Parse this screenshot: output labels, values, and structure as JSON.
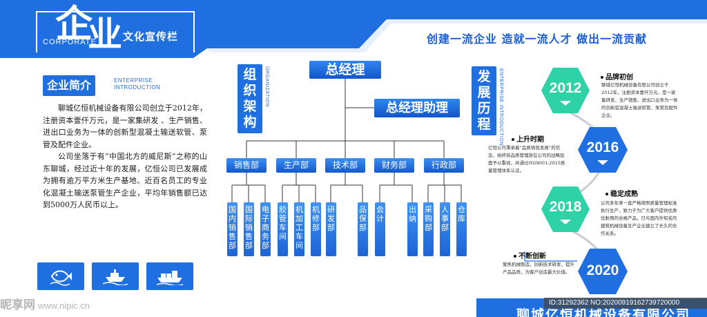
{
  "header": {
    "logo_char_1": "企",
    "logo_char_2": "业",
    "logo_en": "CORPORATE",
    "logo_subtitle": "文化宣传栏",
    "slogan": "创建一流企业 造就一流人才 做出一流贡献",
    "band_color": "#1f6fe0"
  },
  "intro": {
    "title": "企业简介",
    "title_en_1": "ENTERPRISE",
    "title_en_2": "INTRODUCTION",
    "paragraph_1": "聊城亿恒机械设备有限公司创立于2012年，注册资本壹仟万元，是一家集研发 、生产销售、 进出口业务为一体的创新型混凝土输送软管、泵管及配件企业。",
    "paragraph_2": "公司坐落于有“中国北方的威尼斯”之称的山东聊城，经过近十年的发展，亿恒公司已发展成为拥有逾万平方米生产基地、近百名员工的专业化混凝土输送泵管生产企业，平均年销售额已达到5000万人民币以上。",
    "icons": [
      "fish-icon",
      "ship-icon",
      "cargo-ship-icon"
    ]
  },
  "org": {
    "title": "组织架构",
    "title_en": "ORGANIZATION",
    "general_manager": "总经理",
    "assistant": "总经理助理",
    "departments": [
      {
        "name": "销售部",
        "subs": [
          "国内销售部",
          "国际销售部",
          "电子商务部"
        ]
      },
      {
        "name": "生产部",
        "subs": [
          "胶管车间",
          "机加工车间",
          "机修部"
        ]
      },
      {
        "name": "技术部",
        "subs": [
          "研发部",
          "品保部"
        ]
      },
      {
        "name": "财务部",
        "subs": [
          "会计",
          "出纳"
        ]
      },
      {
        "name": "行政部",
        "subs": [
          "采购部",
          "人事部",
          "仓库"
        ]
      }
    ]
  },
  "history": {
    "title": "发展历程",
    "title_en_1": "ENTERPRISE",
    "title_en_2": "INTRODUCTION",
    "events": [
      {
        "year": "2012",
        "title": "品牌初创",
        "text": "聊城亿恒机械设备有限公司创立于2012年，注册资本壹仟万元，是一家集研发、生产销售、进出口业务为一体的创新型混凝土输送软管、泵管及配件企业。"
      },
      {
        "year": "2016",
        "title": "上升时期",
        "text": "亿恒公司秉承着“品质铸就发展”的信念，始终将品质管理放在公司的战略层面予以重视，并通过ISO9001:2015质量管理体系认证。"
      },
      {
        "year": "2018",
        "title": "稳定成熟",
        "text": "公司多年来一直严格按照质量管理标准执行生产，致力于为广大客户提供优质优耐用的合格产品，已与国内外知名的建筑机械设备生产企业建立了长久的合作关系。"
      },
      {
        "year": "2020",
        "title": "不断创新",
        "text": "聚焦机械制造，创新技术研发，提升产品品质，为客户创造最大价值。"
      }
    ],
    "hex_color": "#2fd2a6",
    "hex_color_dark": "#1f6fe0"
  },
  "footer": {
    "company_name": "聊城亿恒机械设备有限公司",
    "watermark": "昵享网",
    "watermark_url": "www.nipic.cn",
    "image_id": "ID:31292362 NO:20200919162739720000"
  }
}
